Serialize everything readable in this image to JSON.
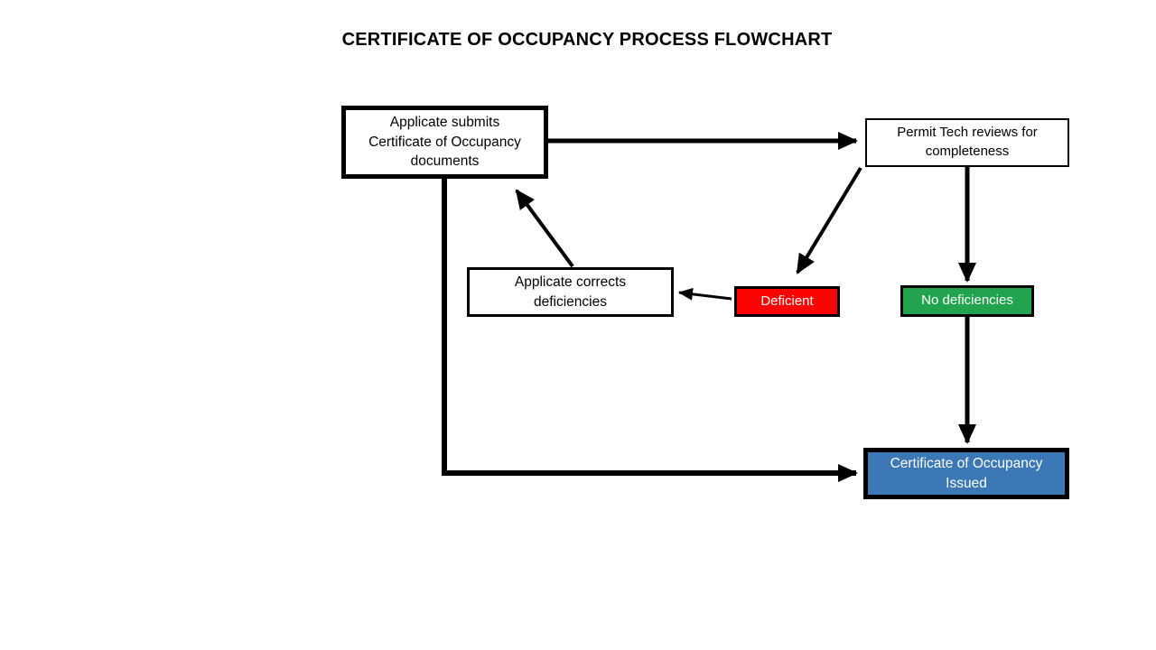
{
  "title": "CERTIFICATE OF OCCUPANCY PROCESS FLOWCHART",
  "nodes": {
    "applicate_submits": {
      "label": "Applicate submits\nCertificate of Occupancy\ndocuments",
      "bg": "#ffffff",
      "text_color": "#000000"
    },
    "permit_tech": {
      "label": "Permit Tech reviews for\ncompleteness",
      "bg": "#ffffff",
      "text_color": "#000000"
    },
    "applicate_corrects": {
      "label": "Applicate corrects\ndeficiencies",
      "bg": "#ffffff",
      "text_color": "#000000"
    },
    "deficient": {
      "label": "Deficient",
      "bg": "#fb0404",
      "text_color": "#ffffff"
    },
    "no_deficiencies": {
      "label": "No deficiencies",
      "bg": "#22a34e",
      "text_color": "#ffffff"
    },
    "coo_issued": {
      "label": "Certificate of Occupancy\nIssued",
      "bg": "#3b78b5",
      "text_color": "#ffffff"
    }
  },
  "edges": [
    {
      "from": "applicate_submits",
      "to": "permit_tech"
    },
    {
      "from": "permit_tech",
      "to": "deficient"
    },
    {
      "from": "permit_tech",
      "to": "no_deficiencies"
    },
    {
      "from": "deficient",
      "to": "applicate_corrects"
    },
    {
      "from": "applicate_corrects",
      "to": "applicate_submits"
    },
    {
      "from": "applicate_submits",
      "to": "coo_issued"
    },
    {
      "from": "no_deficiencies",
      "to": "coo_issued"
    }
  ],
  "colors": {
    "line": "#000000",
    "deficient_bg": "#fb0404",
    "no_deficiencies_bg": "#22a34e",
    "issued_bg": "#3b78b5"
  }
}
